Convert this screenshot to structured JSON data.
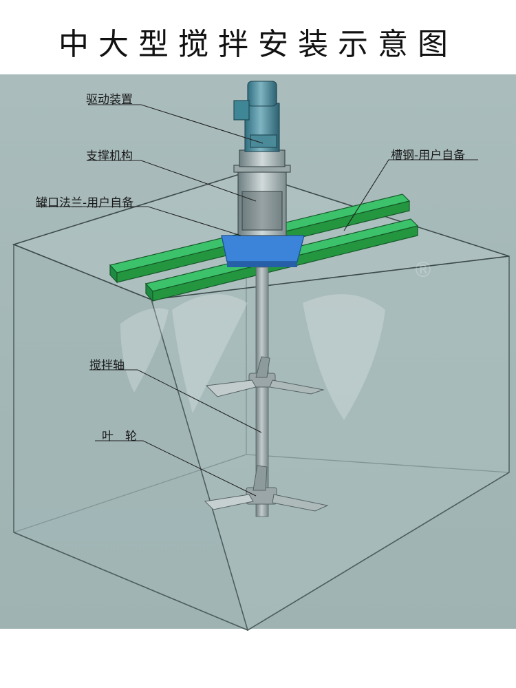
{
  "title": "中大型搅拌安装示意图",
  "labels": {
    "drive": "驱动装置",
    "support": "支撑机构",
    "flange": "罐口法兰-用户自备",
    "channel": "槽钢-用户自备",
    "shaft": "搅拌轴",
    "impeller": "叶　轮"
  },
  "watermark": {
    "mark": "®"
  },
  "colors": {
    "panel_bg": "#9aaeae",
    "tank_face": "#a9bebe",
    "channel_steel": "#2fa84f",
    "flange": "#3a7fd6",
    "motor": "#4d8fa0",
    "shaft": "#8c9a9c"
  }
}
